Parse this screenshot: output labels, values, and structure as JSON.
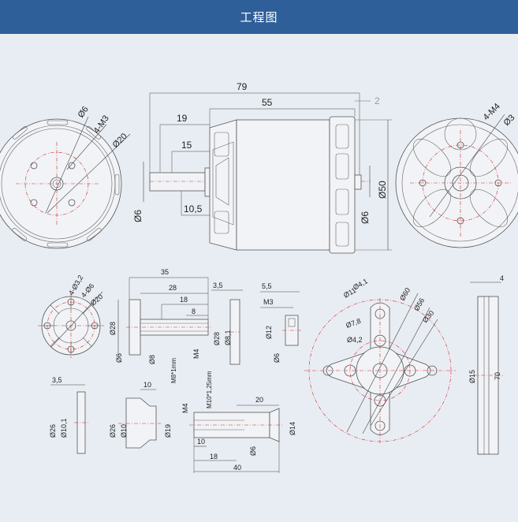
{
  "header": {
    "title": "工程图"
  },
  "colors": {
    "header_bg": "#2f5f99",
    "page_bg": "#e8edf3",
    "line": "#555555",
    "center_line": "#d42b2b"
  },
  "top": {
    "left_view": {
      "d1": "Ø6",
      "d2": "4-M3",
      "d3": "Ø20"
    },
    "side_view": {
      "overall": "79",
      "body": "55",
      "gap": "2",
      "shaft1": "19",
      "shaft2": "15",
      "shaft3": "10,5",
      "shaft_dia": "Ø6",
      "rear_dia": "Ø6",
      "body_dia": "Ø50"
    },
    "right_view": {
      "holes": "4-M4",
      "dia": "Ø3"
    }
  },
  "mid": {
    "prop_adapter": {
      "d1": "4-Ø3,2",
      "d2": "4-Ø6",
      "d3": "Ø20"
    },
    "shaft_side": {
      "l35": "35",
      "l28": "28",
      "l18": "18",
      "l8": "8",
      "d28": "Ø28",
      "d6": "Ø6",
      "d8": "Ø8",
      "m4": "M4",
      "thread": "M8*1mm"
    },
    "washer_side": {
      "t": "3,5",
      "d28": "Ø28",
      "d81": "Ø8,1"
    },
    "nut_side": {
      "t": "5,5",
      "m3": "M3",
      "d12": "Ø12",
      "d6": "Ø6"
    },
    "mount_plate": {
      "d41": "Ø4,1",
      "d11": "Ø11",
      "d60": "Ø60",
      "d56": "Ø56",
      "d30": "Ø30",
      "d78": "Ø7,8",
      "d42": "Ø4,2"
    },
    "plate_side": {
      "t": "4",
      "d15": "Ø15",
      "h70": "70"
    }
  },
  "bottom": {
    "washer2": {
      "t": "3,5",
      "d26": "Ø26",
      "d101": "Ø10,1"
    },
    "cone": {
      "l10": "10",
      "d26": "Ø26",
      "d10": "Ø10",
      "d19": "Ø19"
    },
    "adapter": {
      "m4": "M4",
      "thread": "M10*1,25mm",
      "l20": "20",
      "d14": "Ø14",
      "l10": "10",
      "d6": "Ø6",
      "l18": "18",
      "l40": "40"
    }
  }
}
